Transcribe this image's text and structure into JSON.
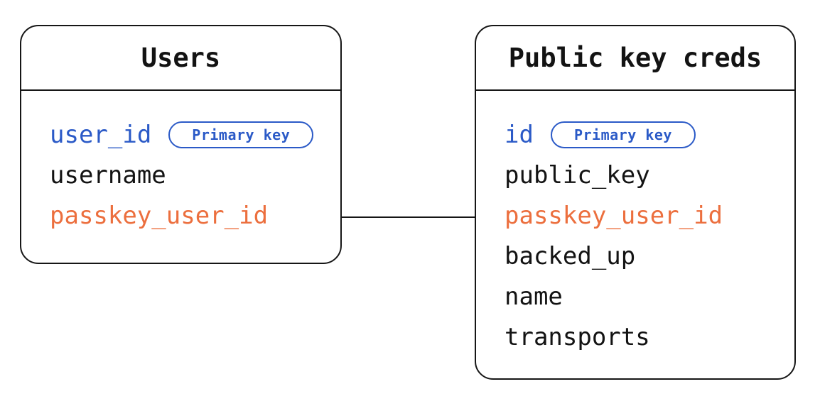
{
  "tables": [
    {
      "title": "Users",
      "fields": [
        {
          "name": "user_id",
          "badge": "Primary key",
          "color": "blue"
        },
        {
          "name": "username",
          "color": "default"
        },
        {
          "name": "passkey_user_id",
          "color": "orange"
        }
      ]
    },
    {
      "title": "Public key creds",
      "fields": [
        {
          "name": "id",
          "badge": "Primary key",
          "color": "blue"
        },
        {
          "name": "public_key",
          "color": "default"
        },
        {
          "name": "passkey_user_id",
          "color": "orange"
        },
        {
          "name": "backed_up",
          "color": "default"
        },
        {
          "name": "name",
          "color": "default"
        },
        {
          "name": "transports",
          "color": "default"
        }
      ]
    }
  ],
  "relationship": {
    "from_table": "Users",
    "from_field": "passkey_user_id",
    "to_table": "Public key creds",
    "to_field": "passkey_user_id"
  },
  "colors": {
    "primary_key_blue": "#2b5ac7",
    "foreign_key_orange": "#ec6f3e",
    "stroke": "#161616"
  }
}
